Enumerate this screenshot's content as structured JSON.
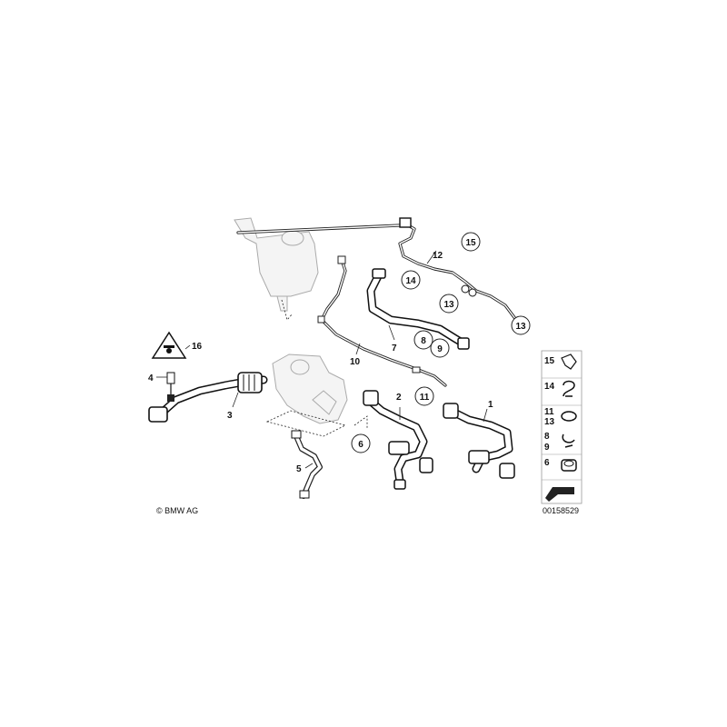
{
  "callouts": {
    "c1": "1",
    "c2": "2",
    "c3": "3",
    "c4": "4",
    "c5": "5",
    "c6": "6",
    "c7": "7",
    "c8": "8",
    "c9": "9",
    "c10": "10",
    "c11": "11",
    "c12": "12",
    "c13a": "13",
    "c13b": "13",
    "c14": "14",
    "c15": "15",
    "c16": "16"
  },
  "legend": {
    "items": [
      "15",
      "14",
      "11",
      "13",
      "8",
      "9",
      "6"
    ]
  },
  "copyright": "© BMW AG",
  "drawing_number": "00158529"
}
